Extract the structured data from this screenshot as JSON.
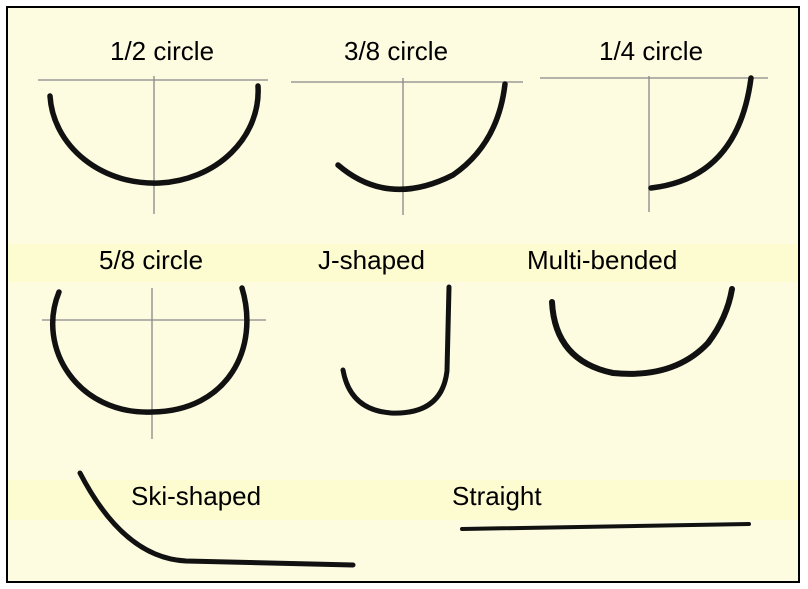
{
  "colors": {
    "background": "#fdfbe0",
    "band": "#fdfbd0",
    "needle": "#111111",
    "guide": "#888888",
    "border": "#000000"
  },
  "needle_shapes": [
    {
      "id": "half-circle",
      "label": "1/2 circle"
    },
    {
      "id": "three-eighths-circle",
      "label": "3/8 circle"
    },
    {
      "id": "quarter-circle",
      "label": "1/4 circle"
    },
    {
      "id": "five-eighths-circle",
      "label": "5/8 circle"
    },
    {
      "id": "j-shaped",
      "label": "J-shaped"
    },
    {
      "id": "multi-bended",
      "label": "Multi-bended"
    },
    {
      "id": "ski-shaped",
      "label": "Ski-shaped"
    },
    {
      "id": "straight",
      "label": "Straight"
    }
  ]
}
